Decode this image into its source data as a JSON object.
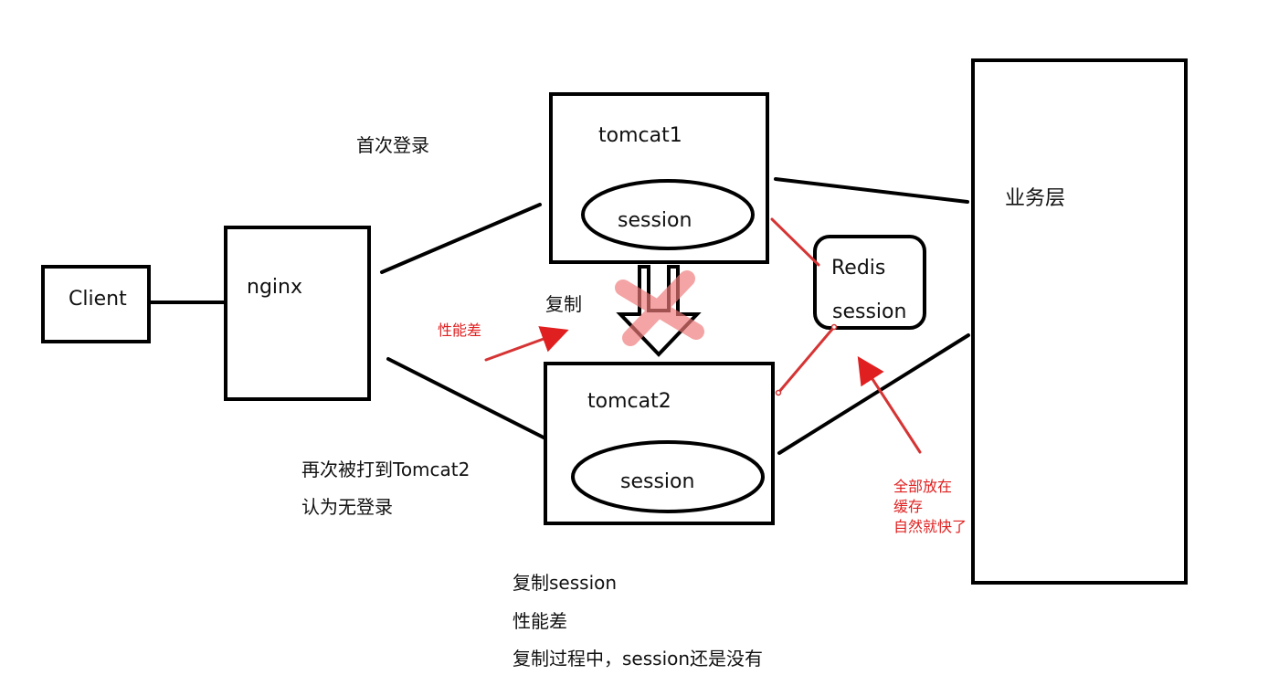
{
  "nodes": {
    "client": "Client",
    "nginx": "nginx",
    "tomcat1": "tomcat1",
    "tomcat2": "tomcat2",
    "tomcat1_session": "session",
    "tomcat2_session": "session",
    "redis": "Redis",
    "redis_session": "session",
    "business_layer": "业务层"
  },
  "labels": {
    "first_login": "首次登录",
    "copy": "复制",
    "poor_performance_red": "性能差",
    "routed_again_line1": "再次被打到Tomcat2",
    "routed_again_line2": "认为无登录",
    "cache_note_line1": "全部放在",
    "cache_note_line2": "缓存",
    "cache_note_line3": "自然就快了"
  },
  "bottom_notes": [
    "复制session",
    "性能差",
    "复制过程中，session还是没有"
  ],
  "colors": {
    "stroke": "#000000",
    "annotation_red": "#e02020",
    "cross_red": "#f07a7a"
  }
}
